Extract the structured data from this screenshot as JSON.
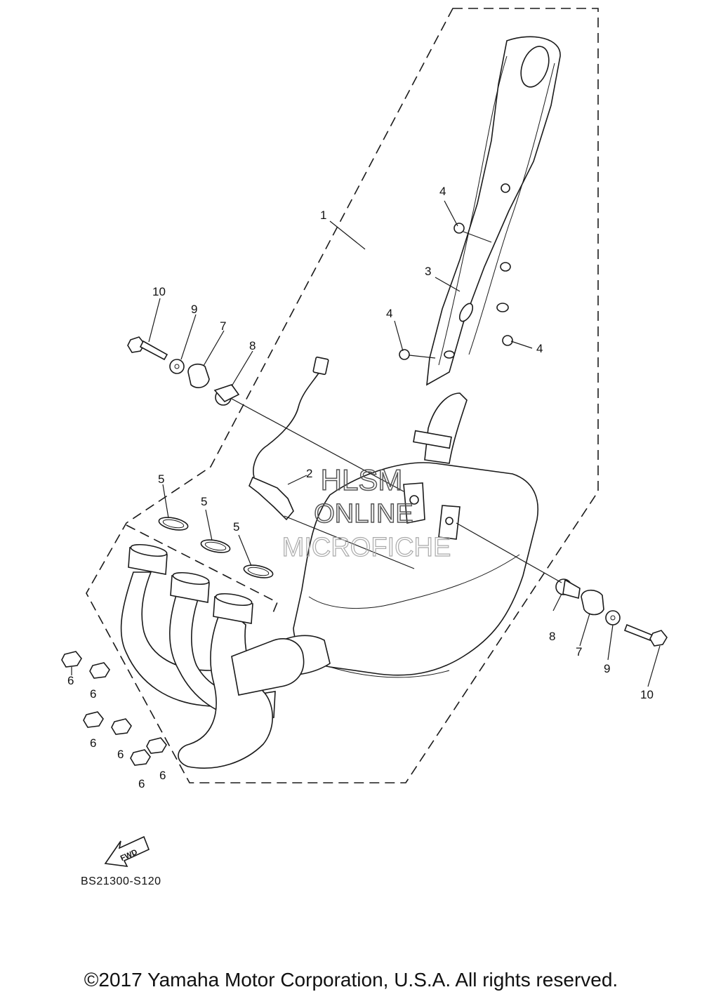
{
  "diagram": {
    "callouts": [
      "1",
      "2",
      "3",
      "4",
      "5",
      "6",
      "7",
      "8",
      "9",
      "10"
    ],
    "fwd_arrow_label": "FWD",
    "diagram_code": "BS21300-S120",
    "watermark": [
      "HLSM",
      "ONLINE",
      "MICROFICHE"
    ],
    "copyright": "©2017 Yamaha Motor Corporation, U.S.A. All rights reserved."
  }
}
